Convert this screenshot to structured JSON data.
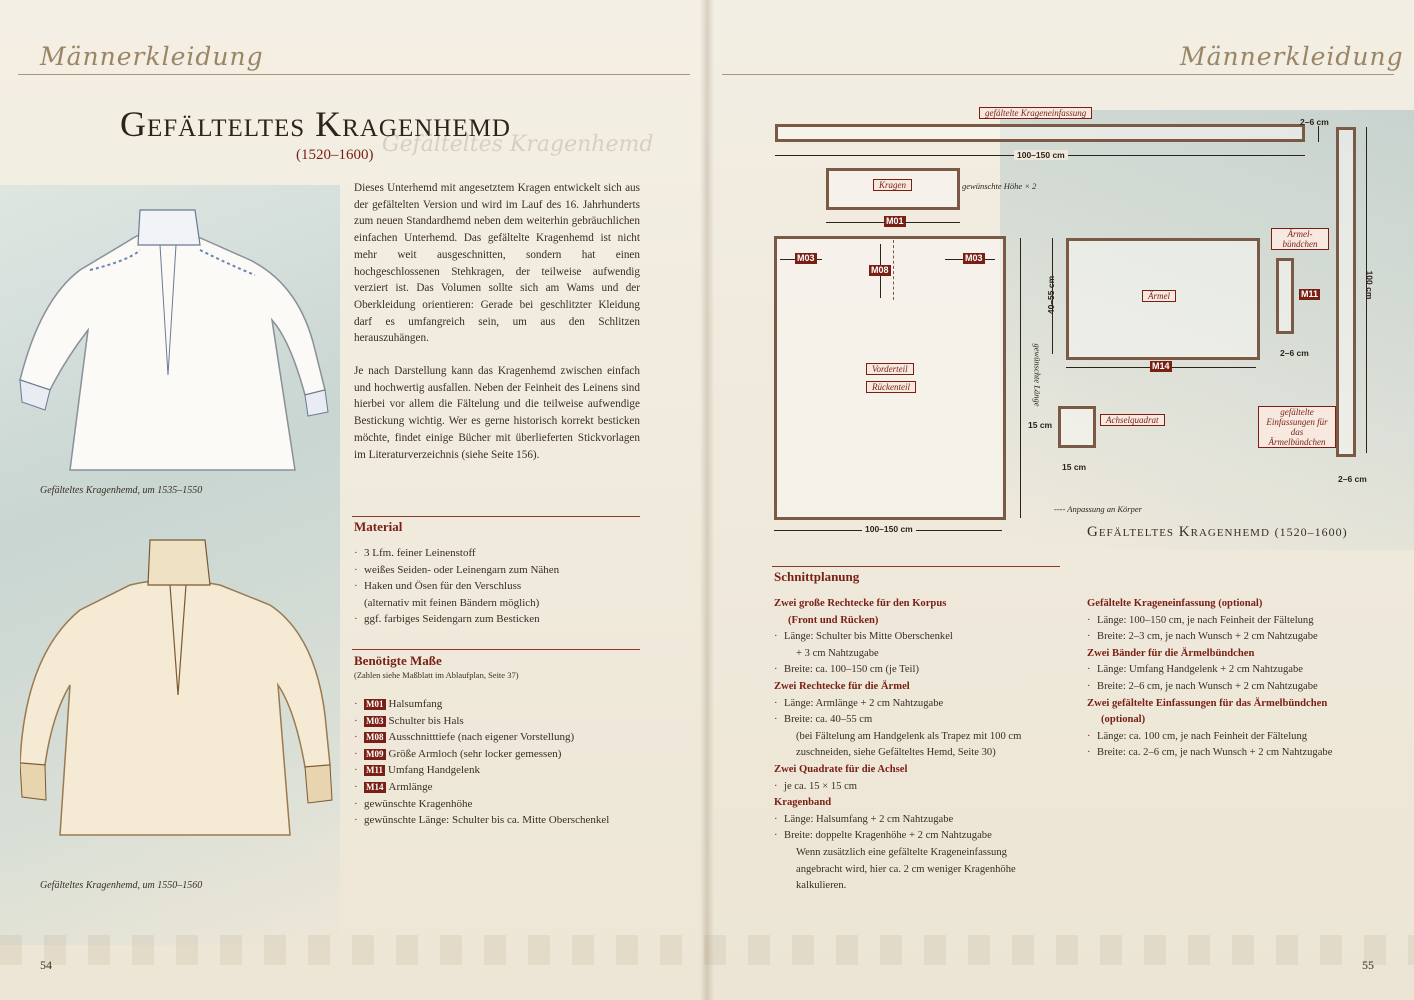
{
  "header": {
    "left_script": "Männerkleidung",
    "right_script": "Männerkleidung"
  },
  "title": {
    "main": "Gefälteltes Kragenhemd",
    "date": "(1520–1600)",
    "ghost": "Gefälteltes Kragenhemd"
  },
  "captions": {
    "shirt1": "Gefälteltes Kragenhemd, um 1535–1550",
    "shirt2": "Gefälteltes Kragenhemd, um 1550–1560"
  },
  "intro": {
    "p1": "Dieses Unterhemd mit angesetztem Kragen entwickelt sich aus der gefältelten Version und wird im Lauf des 16. Jahrhunderts zum neuen Standardhemd neben dem weiterhin gebräuchlichen einfachen Unterhemd. Das gefältelte Kragenhemd ist nicht mehr weit ausgeschnitten, sondern hat einen hochgeschlossenen Stehkragen, der teilweise aufwendig verziert ist. Das Volumen sollte sich am Wams und der Oberkleidung orientieren: Gerade bei geschlitzter Kleidung darf es umfangreich sein, um aus den Schlitzen herauszuhängen.",
    "p2": "Je nach Darstellung kann das Kragenhemd zwischen einfach und hochwertig ausfallen. Neben der Feinheit des Leinens sind hierbei vor allem die Fältelung und die teilweise aufwendige Bestickung wichtig. Wer es gerne historisch korrekt besticken möchte, findet einige Bücher mit überlieferten Stickvorlagen im Literaturverzeichnis (siehe Seite 156)."
  },
  "material": {
    "heading": "Material",
    "items": [
      {
        "text": "3 Lfm. feiner Leinenstoff",
        "indent": false
      },
      {
        "text": "weißes Seiden- oder Leinengarn zum Nähen",
        "indent": false
      },
      {
        "text": "Haken und Ösen für den Verschluss",
        "indent": false
      },
      {
        "text": "(alternativ mit feinen Bändern möglich)",
        "indent": true
      },
      {
        "text": "ggf. farbiges Seidengarn zum Besticken",
        "indent": false
      }
    ]
  },
  "masse": {
    "heading": "Benötigte Maße",
    "note": "(Zahlen siehe Maßblatt im Ablaufplan, Seite 37)",
    "items": [
      {
        "tag": "M01",
        "text": "Halsumfang"
      },
      {
        "tag": "M03",
        "text": "Schulter bis Hals"
      },
      {
        "tag": "M08",
        "text": "Ausschnitttiefe (nach eigener Vorstellung)"
      },
      {
        "tag": "M09",
        "text": "Größe Armloch (sehr locker gemessen)"
      },
      {
        "tag": "M11",
        "text": "Umfang Handgelenk"
      },
      {
        "tag": "M14",
        "text": "Armlänge"
      },
      {
        "tag": "",
        "text": "gewünschte Kragenhöhe"
      },
      {
        "tag": "",
        "text": "gewünschte Länge: Schulter bis ca. Mitte Oberschenkel"
      }
    ]
  },
  "pattern": {
    "title": "Gefälteltes Kragenhemd",
    "title_date": "(1520–1600)",
    "labels": {
      "kragen_einfassung": "gefältelte Krageneinfassung",
      "kragen": "Kragen",
      "kragen_hoehe": "gewünschte Höhe × 2",
      "vorderteil": "Vorderteil",
      "rueckenteil": "Rückenteil",
      "aermel": "Ärmel",
      "aermelbuendchen": "Ärmel-bündchen",
      "achselquadrat": "Achselquadrat",
      "einfassungen": "gefältelte Einfassungen für das Ärmelbündchen",
      "laenge": "gewünschte Länge",
      "anpassung": "---- Anpassung an Körper"
    },
    "dims": {
      "top_width": "100–150 cm",
      "top_height": "2–6 cm",
      "body_width": "100–150 cm",
      "sleeve_height": "40–55 cm",
      "square_h": "15 cm",
      "square_w": "15 cm",
      "cuff_w": "2–6 cm",
      "strip_len": "100 cm",
      "strip_w": "2–6 cm"
    },
    "tags": {
      "m01": "M01",
      "m03a": "M03",
      "m03b": "M03",
      "m08": "M08",
      "m14": "M14",
      "m11": "M11"
    }
  },
  "plan": {
    "heading": "Schnittplanung",
    "col1": [
      {
        "t": "Zwei große Rechtecke für den Korpus",
        "k": "head"
      },
      {
        "t": "(Front und Rücken)",
        "k": "head2"
      },
      {
        "t": "Länge: Schulter bis Mitte Oberschenkel",
        "k": "b"
      },
      {
        "t": "+ 3 cm Nahtzugabe",
        "k": "ind"
      },
      {
        "t": "Breite: ca. 100–150 cm (je Teil)",
        "k": "b"
      },
      {
        "t": "Zwei Rechtecke für die Ärmel",
        "k": "head"
      },
      {
        "t": "Länge: Armlänge + 2 cm Nahtzugabe",
        "k": "b"
      },
      {
        "t": "Breite: ca. 40–55 cm",
        "k": "b"
      },
      {
        "t": "(bei Fältelung am Handgelenk als Trapez mit 100 cm",
        "k": "ind"
      },
      {
        "t": "zuschneiden, siehe Gefälteltes Hemd, Seite 30)",
        "k": "ind"
      },
      {
        "t": "Zwei Quadrate für die Achsel",
        "k": "head"
      },
      {
        "t": "je ca. 15 × 15 cm",
        "k": "b"
      },
      {
        "t": "Kragenband",
        "k": "head"
      },
      {
        "t": "Länge: Halsumfang + 2 cm Nahtzugabe",
        "k": "b"
      },
      {
        "t": "Breite: doppelte Kragenhöhe + 2 cm Nahtzugabe",
        "k": "b"
      },
      {
        "t": "Wenn zusätzlich eine gefältelte Krageneinfassung",
        "k": "ind2"
      },
      {
        "t": "angebracht wird, hier ca. 2 cm weniger Kragenhöhe",
        "k": "ind2"
      },
      {
        "t": "kalkulieren.",
        "k": "ind2"
      }
    ],
    "col2": [
      {
        "t": "Gefältelte Krageneinfassung (optional)",
        "k": "head"
      },
      {
        "t": "Länge: 100–150 cm, je nach Feinheit der Fältelung",
        "k": "b"
      },
      {
        "t": "Breite: 2–3 cm, je nach Wunsch + 2 cm Nahtzugabe",
        "k": "b"
      },
      {
        "t": "Zwei Bänder für die Ärmelbündchen",
        "k": "head"
      },
      {
        "t": "Länge: Umfang Handgelenk + 2 cm Nahtzugabe",
        "k": "b"
      },
      {
        "t": "Breite: 2–6 cm, je nach Wunsch + 2 cm Nahtzugabe",
        "k": "b"
      },
      {
        "t": "Zwei gefältelte Einfassungen für das Ärmelbündchen",
        "k": "head"
      },
      {
        "t": "(optional)",
        "k": "head2"
      },
      {
        "t": "Länge: ca. 100 cm, je nach Feinheit der Fältelung",
        "k": "b"
      },
      {
        "t": "Breite: ca. 2–6 cm, je nach Wunsch + 2 cm Nahtzugabe",
        "k": "b"
      }
    ]
  },
  "pages": {
    "left": "54",
    "right": "55"
  }
}
